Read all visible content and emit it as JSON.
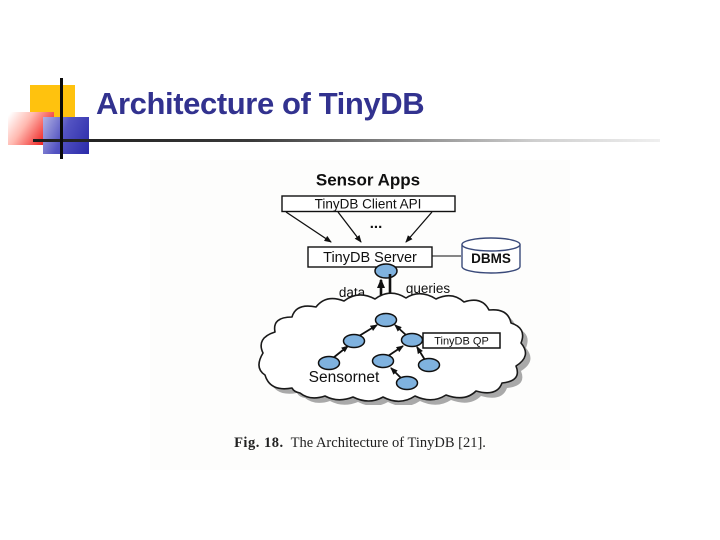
{
  "slide": {
    "title": "Architecture of TinyDB",
    "title_color": "#32328f",
    "accent_colors": {
      "yellow": "#ffc20e",
      "red": "#ee1111",
      "blue": "#2a2aa9"
    }
  },
  "figure": {
    "sensor_apps_label": "Sensor Apps",
    "client_api_label": "TinyDB Client API",
    "ellipsis": "...",
    "server_label": "TinyDB Server",
    "dbms_label": "DBMS",
    "data_label": "data",
    "queries_label": "queries",
    "qp_label": "TinyDB QP",
    "sensornet_label": "Sensornet",
    "node_fill_color": "#7fb2df",
    "sensornet_tree": {
      "node_count": 7,
      "edges_child_to_parent": [
        [
          "left-grandchild",
          "left-child"
        ],
        [
          "left-child",
          "root"
        ],
        [
          "center-grandchild",
          "right-child"
        ],
        [
          "right-grandchild",
          "right-child"
        ],
        [
          "bottom-node",
          "center-grandchild"
        ],
        [
          "right-child",
          "root"
        ]
      ]
    }
  },
  "caption": {
    "prefix": "Fig. 18.",
    "text": "The Architecture of TinyDB [21]."
  }
}
